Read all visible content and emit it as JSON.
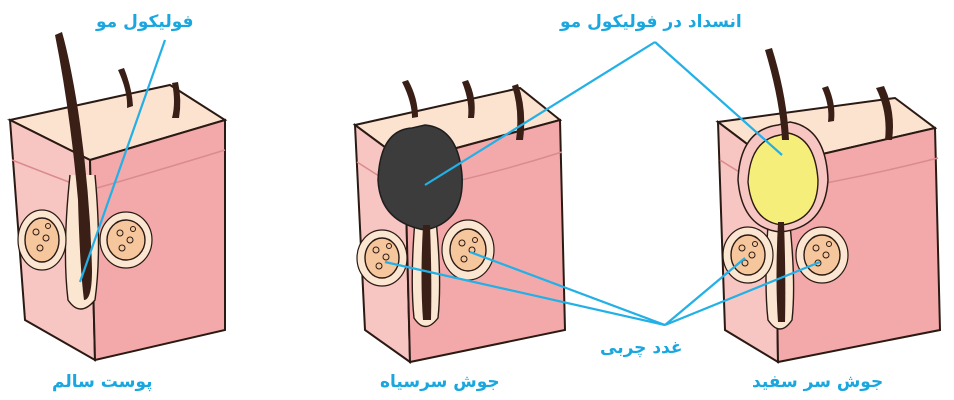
{
  "labels": {
    "hair_follicle": "فولیکول مو",
    "follicle_blockage": "انسداد در فولیکول مو",
    "sebaceous_glands": "غدد چربی",
    "healthy_skin": "پوست سالم",
    "blackhead": "جوش سرسیاه",
    "whitehead": "جوش سر سفید"
  },
  "colors": {
    "label": "#1aa7df",
    "line": "#22b0e6",
    "skin_top": "#fbe3cf",
    "skin_side": "#f3a9aa",
    "skin_front": "#f8c6c2",
    "hair": "#3a1f17",
    "blackhead_plug": "#3c3c3c",
    "whitehead_plug": "#f6ee7a"
  }
}
